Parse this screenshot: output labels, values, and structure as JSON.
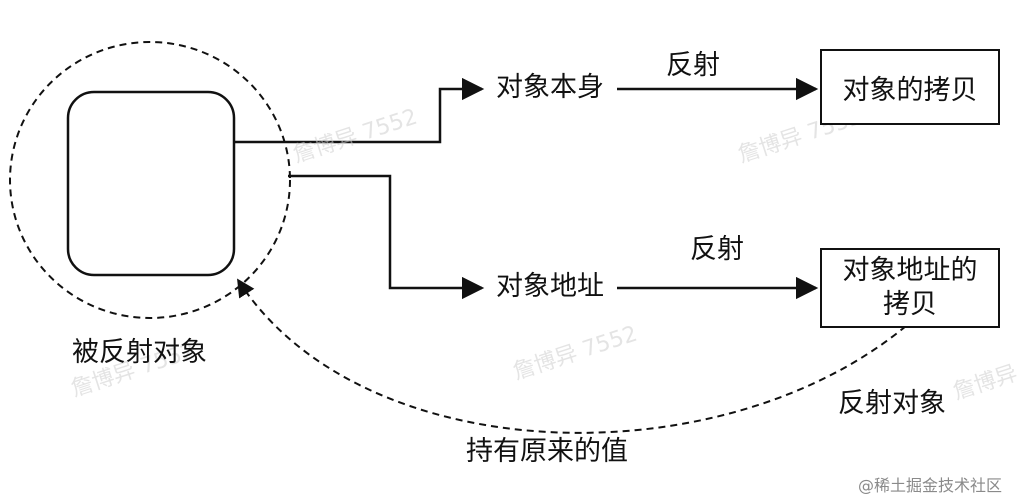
{
  "diagram": {
    "nodes": {
      "reflected_object": "被反射对象",
      "object_itself": "对象本身",
      "object_address": "对象地址",
      "copy_of_object": "对象的拷贝",
      "copy_of_address_line1": "对象地址的",
      "copy_of_address_line2": "拷贝"
    },
    "edge_labels": {
      "reflect_top": "反射",
      "reflect_bottom": "反射",
      "reflect_object": "反射对象",
      "hold_original": "持有原来的值"
    }
  },
  "watermark": "詹博异 7552",
  "credit": "@稀土掘金技术社区"
}
